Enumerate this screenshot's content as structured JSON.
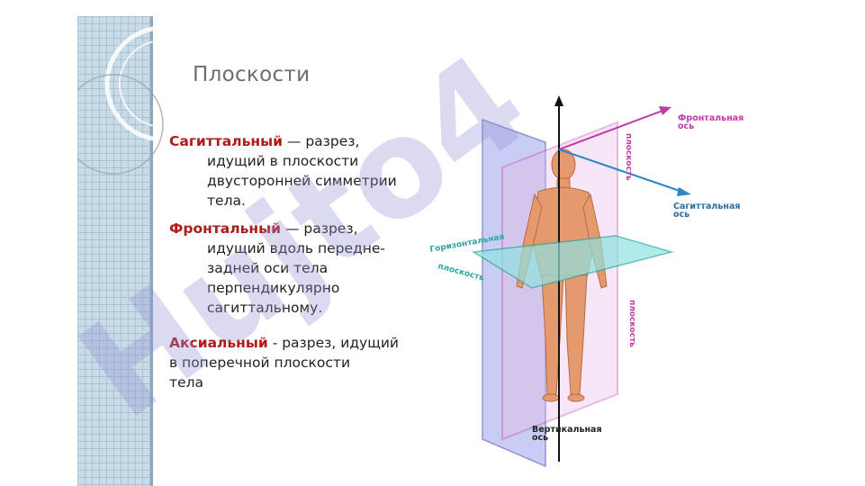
{
  "slide": {
    "title": "Плоскости",
    "paragraphs": [
      {
        "term": "Сагиттальный",
        "sep": " — разрез,",
        "lines": [
          "идущий в плоскости",
          "двусторонней симметрии",
          "тела."
        ]
      },
      {
        "term": "Фронтальный",
        "sep": " — разрез,",
        "lines": [
          "идущий вдоль передне-",
          "задней оси тела",
          "перпендикулярно",
          "сагиттальному."
        ]
      },
      {
        "term": "Аксиальный",
        "sep": " - разрез, идущий",
        "lines": [
          "в поперечной плоскости",
          "тела"
        ]
      }
    ]
  },
  "figure": {
    "labels": {
      "frontal_axis_1": "Фронтальная",
      "frontal_axis_2": "ось",
      "sagittal_axis_1": "Сагиттальная",
      "sagittal_axis_2": "ось",
      "vertical_axis_1": "Вертикальная",
      "vertical_axis_2": "ось",
      "horizontal_plane_1": "Горизонтальная",
      "horizontal_plane_2": "плоскость",
      "plane_vertical_top": "плоскость",
      "plane_vertical_bottom": "плоскость"
    }
  },
  "watermark": {
    "text": "Hujto4"
  },
  "colors": {
    "term": "#b01a1a",
    "frontal_axis": "#c03aa8",
    "sagittal_axis": "#2a86c7",
    "plane_frontal": "#b9bdf0",
    "plane_horizontal": "#8fe3e0"
  }
}
